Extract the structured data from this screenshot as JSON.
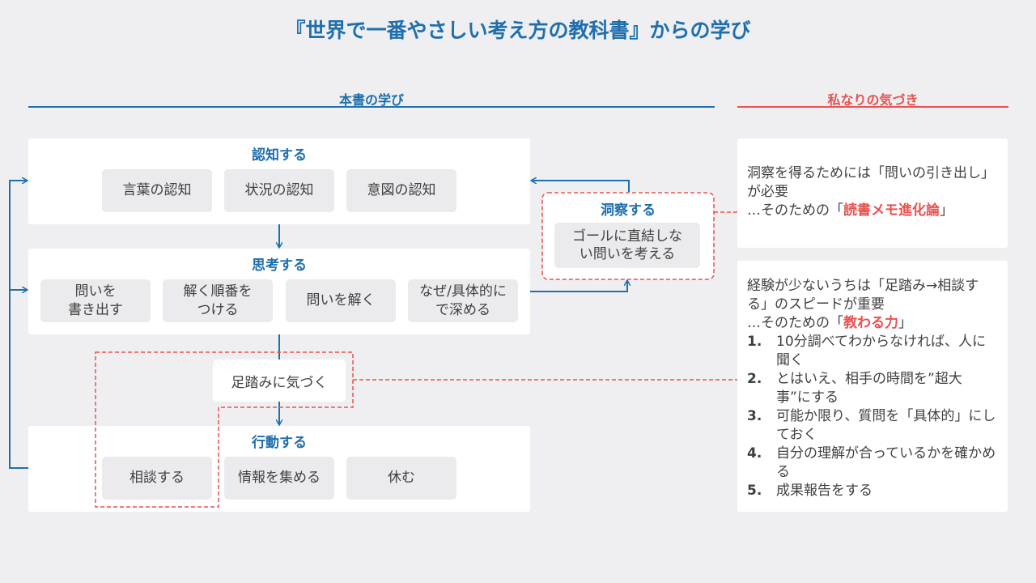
{
  "title": "『世界で一番やさしい考え方の教科書』からの学び",
  "sections": {
    "left_header": "本書の学び",
    "right_header": "私なりの気づき"
  },
  "panels": {
    "recognize": {
      "title": "認知する",
      "chips": [
        "言葉の認知",
        "状況の認知",
        "意図の認知"
      ]
    },
    "think": {
      "title": "思考する",
      "chips": [
        "問いを\n書き出す",
        "解く順番を\nつける",
        "問いを解く",
        "なぜ/具体的に\nで深める"
      ]
    },
    "act": {
      "title": "行動する",
      "chips": [
        "相談する",
        "情報を集める",
        "休む"
      ]
    }
  },
  "insight": {
    "title": "洞察する",
    "chip": "ゴールに直結しな\nい問いを考える"
  },
  "stuck": "足踏みに気づく",
  "notes": {
    "note1": {
      "line": "洞察を得るためには「問いの引き出し」が必要",
      "prefix": "…そのための「",
      "highlight": "読書メモ進化論",
      "suffix": "」"
    },
    "note2": {
      "line": "経験が少ないうちは「足踏み→相談する」のスピードが重要",
      "prefix": "…そのための「",
      "highlight": "教わる力",
      "suffix": "」",
      "items": [
        {
          "num": "1.",
          "text": "10分調べてわからなければ、人に聞く"
        },
        {
          "num": "2.",
          "text": "とはいえ、相手の時間を”超大事”にする"
        },
        {
          "num": "3.",
          "text": "可能か限り、質問を「具体的」にしておく"
        },
        {
          "num": "4.",
          "text": "自分の理解が合っているかを確かめる"
        },
        {
          "num": "5.",
          "text": "成果報告をする"
        }
      ]
    }
  },
  "colors": {
    "blue": "#1f6fad",
    "red": "#e8524f",
    "chip": "#ebebed",
    "background": "#efeff2"
  }
}
